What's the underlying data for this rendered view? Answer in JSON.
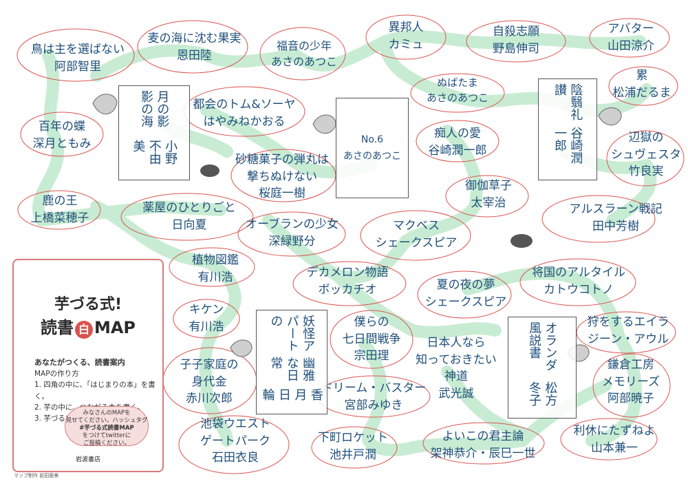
{
  "colors": {
    "text": "#1f4f7a",
    "path": "#c8ecd3",
    "leaf": "#d9534f",
    "accent": "#d77a7a"
  },
  "books": [
    {
      "id": "karasu",
      "lines": [
        "鳥は主を選ばない",
        "阿部智里"
      ]
    },
    {
      "id": "mugi",
      "lines": [
        "麦の海に沈む果実",
        "恩田陸"
      ]
    },
    {
      "id": "fukuin",
      "lines": [
        "福音の少年",
        "あさのあつこ"
      ]
    },
    {
      "id": "ihoujin",
      "lines": [
        "異邦人",
        "カミュ"
      ]
    },
    {
      "id": "jisatsu",
      "lines": [
        "自殺志願",
        "野島伸司"
      ]
    },
    {
      "id": "avatar",
      "lines": [
        "アバター",
        "山田涼介"
      ]
    },
    {
      "id": "rui",
      "lines": [
        "累",
        "松浦だるま"
      ]
    },
    {
      "id": "nubatama",
      "lines": [
        "ぬばたま",
        "あさのあつこ"
      ]
    },
    {
      "id": "tokai",
      "lines": [
        "都会のトム&ソーヤ",
        "はやみねかおる"
      ]
    },
    {
      "id": "hyakunen",
      "lines": [
        "百年の蝶",
        "深月ともみ"
      ]
    },
    {
      "id": "chijin",
      "lines": [
        "痴人の愛",
        "谷崎潤一郎"
      ]
    },
    {
      "id": "hengoku",
      "lines": [
        "辺獄の",
        "シュヴェスタ",
        "竹良実"
      ]
    },
    {
      "id": "satou",
      "lines": [
        "砂糖菓子の弾丸は",
        "撃ちぬけない",
        "桜庭一樹"
      ]
    },
    {
      "id": "otogi",
      "lines": [
        "御伽草子",
        "太宰治"
      ]
    },
    {
      "id": "shika",
      "lines": [
        "鹿の王",
        "上橋菜穂子"
      ]
    },
    {
      "id": "kusuriya",
      "lines": [
        "薬屋のひとりごと",
        "日向夏"
      ]
    },
    {
      "id": "oberon",
      "lines": [
        "オーブランの少女",
        "深緑野分"
      ]
    },
    {
      "id": "macbeth",
      "lines": [
        "マクベス",
        "シェークスピア"
      ]
    },
    {
      "id": "arslan",
      "lines": [
        "アルスラーン戦記",
        "田中芳樹"
      ]
    },
    {
      "id": "shokubutsu",
      "lines": [
        "植物図鑑",
        "有川浩"
      ]
    },
    {
      "id": "decameron",
      "lines": [
        "デカメロン物語",
        "ボッカチオ"
      ]
    },
    {
      "id": "natsu",
      "lines": [
        "夏の夜の夢",
        "シェークスピア"
      ]
    },
    {
      "id": "shougi",
      "lines": [
        "将国のアルタイル",
        "カトウコトノ"
      ]
    },
    {
      "id": "kiken",
      "lines": [
        "キケン",
        "有川浩"
      ]
    },
    {
      "id": "bokura",
      "lines": [
        "僕らの",
        "七日間戦争",
        "宗田理"
      ]
    },
    {
      "id": "nihonjin",
      "lines": [
        "日本人なら",
        "知っておきたい",
        "神道",
        "武光誠"
      ]
    },
    {
      "id": "kari",
      "lines": [
        "狩をするエイラ",
        "ジーン・アウル"
      ]
    },
    {
      "id": "kokatei",
      "lines": [
        "子子家庭の",
        "身代金",
        "赤川次郎"
      ]
    },
    {
      "id": "dream",
      "lines": [
        "ドリーム・バスター",
        "宮部みゆき"
      ]
    },
    {
      "id": "kamakura",
      "lines": [
        "鎌倉工房",
        "メモリーズ",
        "阿部暁子"
      ]
    },
    {
      "id": "ikebukuro",
      "lines": [
        "池袋ウエスト",
        "ゲートパーク",
        "石田衣良"
      ]
    },
    {
      "id": "shitamachi",
      "lines": [
        "下町ロケット",
        "池井戸潤"
      ]
    },
    {
      "id": "yoiko",
      "lines": [
        "よいこの君主論",
        "架神恭介・辰巳一世"
      ]
    },
    {
      "id": "rikyu",
      "lines": [
        "利休にたずねよ",
        "山本兼一"
      ]
    }
  ],
  "start_books": [
    {
      "id": "tsukinokage",
      "lines": [
        "月の影 影の海",
        "小野不由美"
      ]
    },
    {
      "id": "no6",
      "lines": [
        "No.6",
        "あさのあつこ"
      ]
    },
    {
      "id": "inei",
      "lines": [
        "陰翳礼讃",
        "谷崎潤一郎"
      ]
    },
    {
      "id": "youkai",
      "lines": [
        "妖怪アパートの",
        "幽雅な日常",
        "香月日輪"
      ]
    },
    {
      "id": "oranda",
      "lines": [
        "オランダ風説書",
        "松方冬子"
      ]
    }
  ],
  "card": {
    "title_line1": "芋づる式!",
    "title_line2_a": "読書",
    "title_circle": "白",
    "title_line2_b": "MAP",
    "howto": [
      "あなたがつくる、読書案内",
      "MAPの作り方",
      "1. 四角の中に、「はじまりの本」を書く。",
      "2. 芋の中に、つながる本を書く。",
      "3. 芋づるでつなぐ!"
    ],
    "bubble": [
      "みなさんのMAPを",
      "見せてください。ハッシュタグ",
      "#芋づる式読書MAP",
      "をつけてtwitterに",
      "ご投稿ください。"
    ],
    "publisher": "岩波書店"
  },
  "credit": "マップ制作 前田亜美"
}
